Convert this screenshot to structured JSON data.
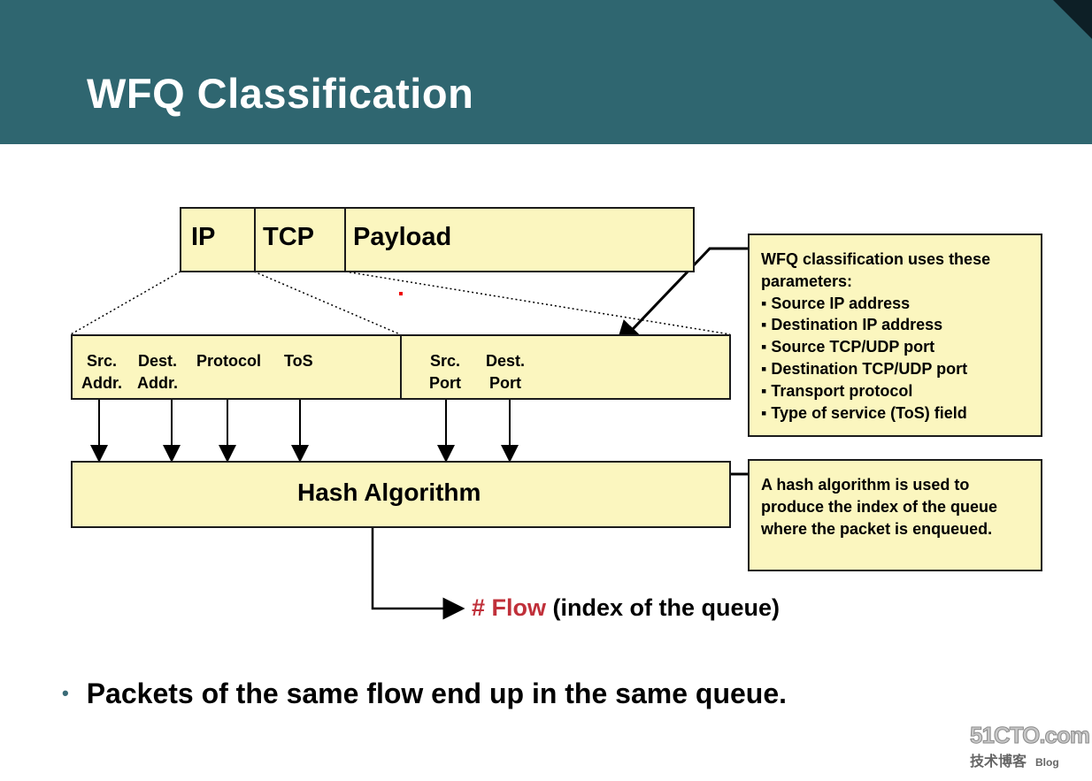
{
  "slide": {
    "title": "WFQ Classification"
  },
  "header_packet": {
    "ip": "IP",
    "tcp": "TCP",
    "payload": "Payload"
  },
  "fields": {
    "src_addr": [
      "Src.",
      "Addr."
    ],
    "dest_addr": [
      "Dest.",
      "Addr."
    ],
    "protocol": "Protocol",
    "tos": "ToS",
    "src_port": [
      "Src.",
      "Port"
    ],
    "dest_port": [
      "Dest.",
      "Port"
    ]
  },
  "hash": {
    "label": "Hash Algorithm"
  },
  "note_params": {
    "intro": "WFQ classification uses these parameters:",
    "items": [
      "Source IP address",
      "Destination IP address",
      "Source TCP/UDP port",
      "Destination TCP/UDP port",
      "Transport protocol",
      "Type of service (ToS) field"
    ]
  },
  "note_hash": {
    "text": "A hash algorithm is used to produce the index of the queue where the packet is enqueued."
  },
  "output": {
    "flow_label": "# Flow",
    "flow_rest": " (index of the queue)"
  },
  "bullet": {
    "text": "Packets of the same flow end up in the same queue."
  },
  "watermark": {
    "main": "51CTO.com",
    "sub": "技术博客",
    "blog": "Blog"
  },
  "colors": {
    "header_bg": "#2f6670",
    "box_fill": "#fbf6bf",
    "flow_red": "#c0303a"
  }
}
